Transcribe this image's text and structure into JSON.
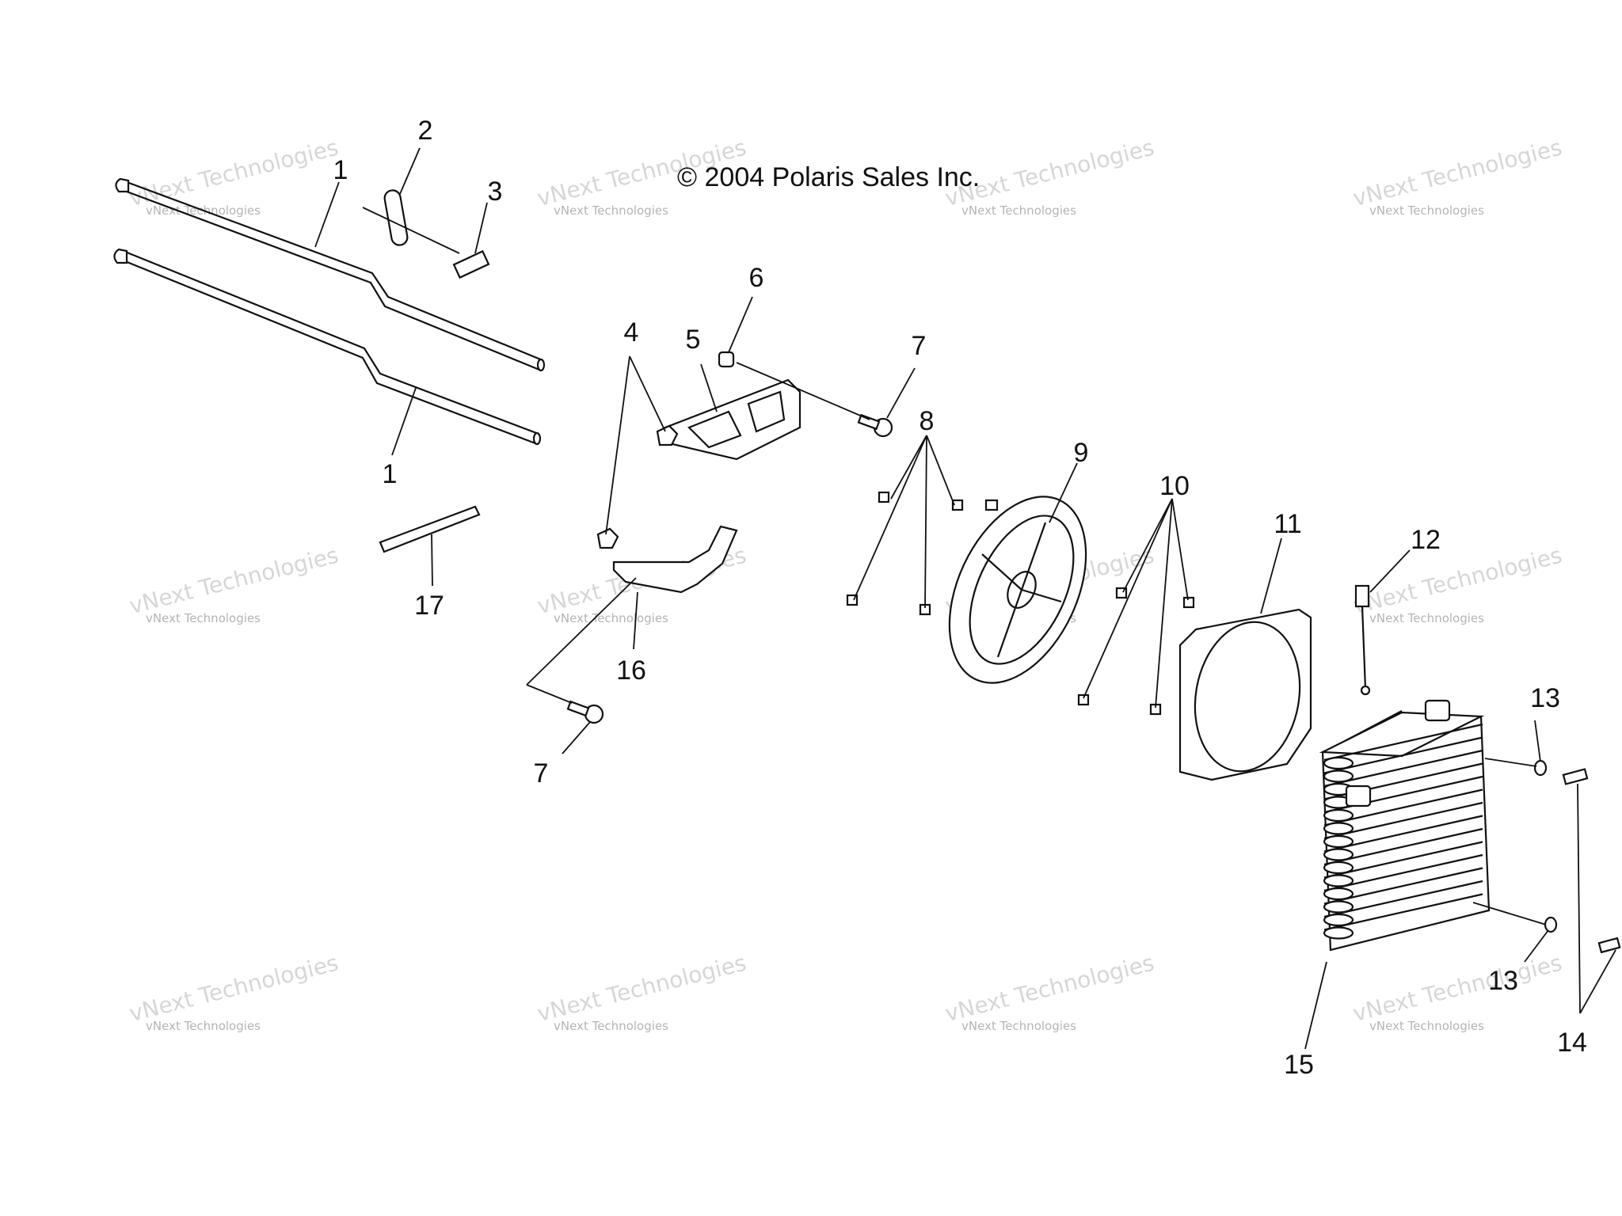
{
  "copyright": "© 2004 Polaris Sales Inc.",
  "watermark": {
    "big": "vNext Technologies",
    "small": "vNext Technologies"
  },
  "callouts": {
    "c1a": "1",
    "c1b": "1",
    "c2": "2",
    "c3": "3",
    "c4": "4",
    "c5": "5",
    "c6": "6",
    "c7a": "7",
    "c7b": "7",
    "c8": "8",
    "c9": "9",
    "c10": "10",
    "c11": "11",
    "c12": "12",
    "c13a": "13",
    "c13b": "13",
    "c14": "14",
    "c15": "15",
    "c16": "16",
    "c17": "17"
  }
}
